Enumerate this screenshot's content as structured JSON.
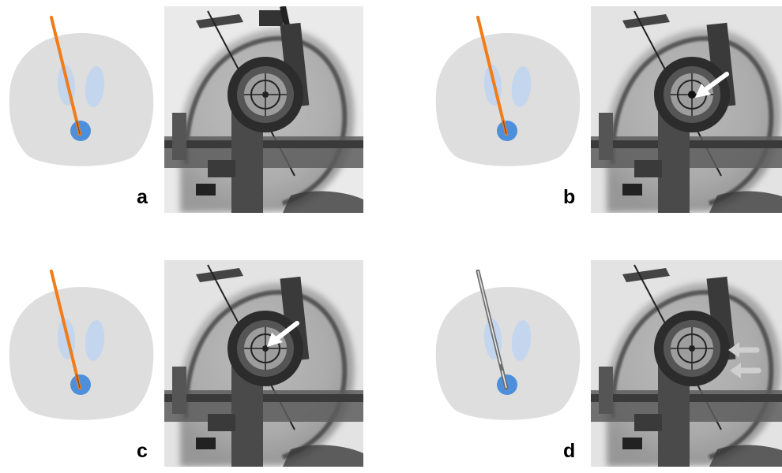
{
  "figure": {
    "background": "#ffffff",
    "colors": {
      "head": "#dedede",
      "ventricle": "#c4d6ee",
      "target": "#4e8fdc",
      "needle": "#f07c1a",
      "electrode": "#6d6d6d",
      "arrow_white": "#ffffff",
      "arrow_gray": "#cfcfcf"
    },
    "panels": [
      {
        "label": "a",
        "instrument": "needle",
        "arrow": "none"
      },
      {
        "label": "b",
        "instrument": "needle",
        "arrow": "white-single"
      },
      {
        "label": "c",
        "instrument": "needle",
        "arrow": "white-single"
      },
      {
        "label": "d",
        "instrument": "electrode",
        "arrow": "gray-double"
      }
    ]
  }
}
